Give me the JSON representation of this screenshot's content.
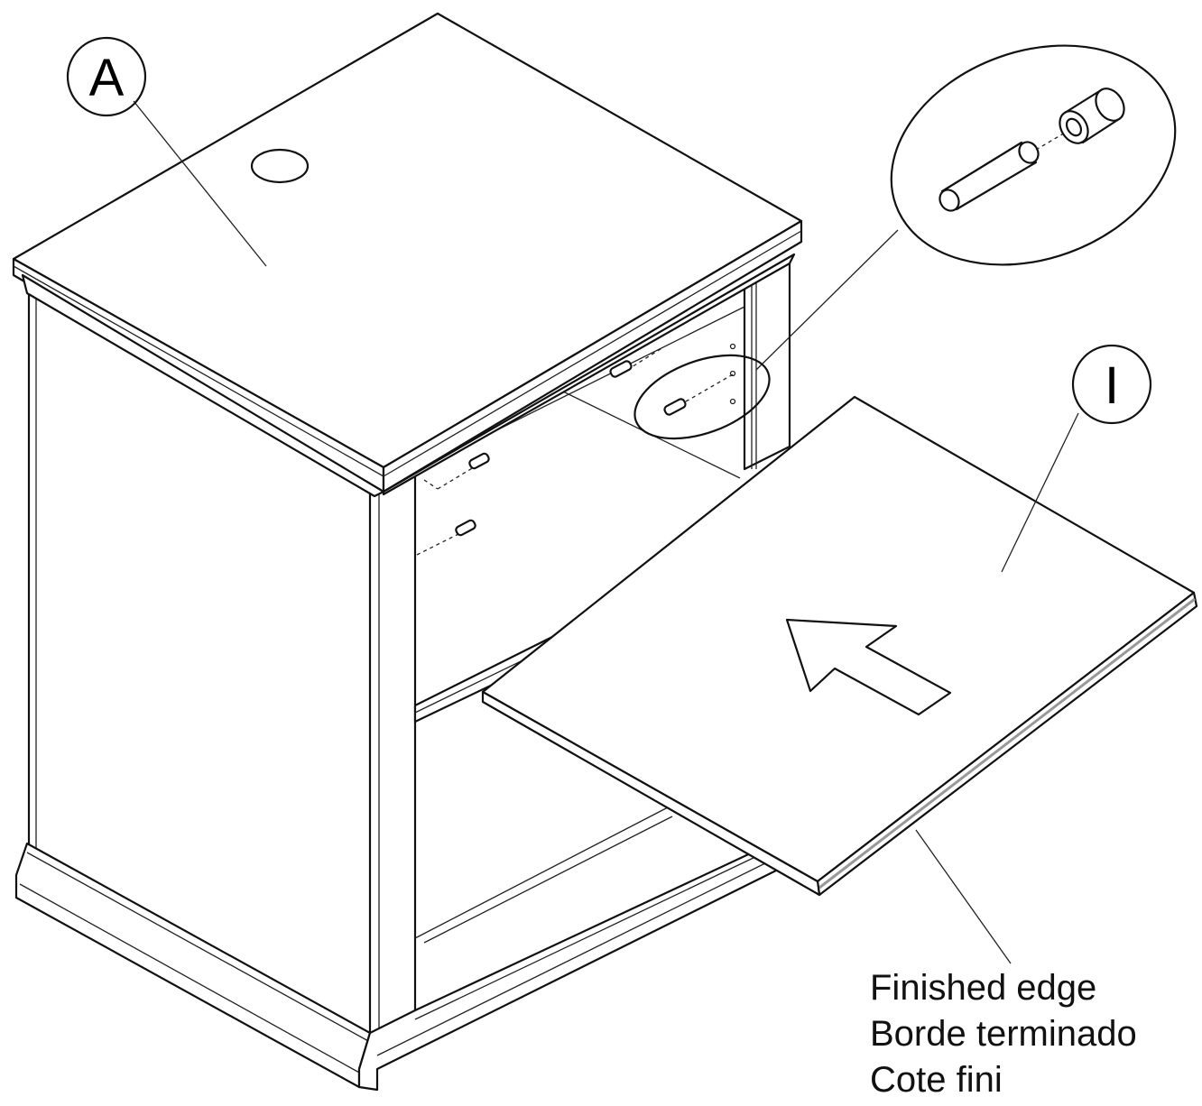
{
  "callouts": {
    "cabinet_label": "A",
    "shelf_label": "I"
  },
  "caption": {
    "line1": "Finished edge",
    "line2": "Borde terminado",
    "line3": "Cote fini"
  }
}
